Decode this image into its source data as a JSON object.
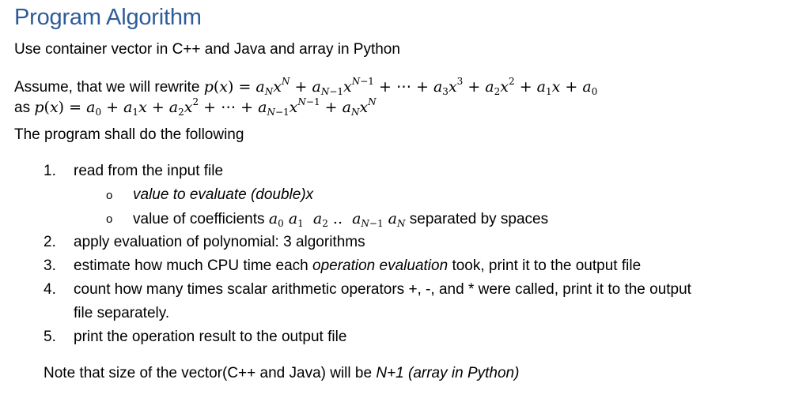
{
  "document": {
    "title": "Program Algorithm",
    "subtitle": "Use container vector in C++ and Java and array in Python",
    "assume_prefix": "Assume, that we will rewrite",
    "formula_original": "p(x) = a_N x^N + a_{N-1} x^{N-1} + ... + a_3 x^3 + a_2 x^2 + a_1 x + a_0",
    "as_prefix": "as",
    "formula_rewritten": "p(x) = a_0 + a_1 x + a_2 x^2 + ... + a_{N-1} x^{N-1} + a_N x^N",
    "intro": "The program shall do the following",
    "steps": [
      {
        "number": "1.",
        "text": "read from the input file",
        "subitems": [
          {
            "bullet": "o",
            "text": "value to evaluate (double)x"
          },
          {
            "bullet": "o",
            "text_prefix": "value of coefficients",
            "text_suffix": "separated by spaces"
          }
        ]
      },
      {
        "number": "2.",
        "text": "apply evaluation of polynomial: 3 algorithms"
      },
      {
        "number": "3.",
        "text_prefix": "estimate how much CPU time each",
        "text_italic": "operation evaluation",
        "text_suffix": "took, print it to the output file"
      },
      {
        "number": "4.",
        "text_line1": "count how many times scalar arithmetic operators +, -, and * were called, print it to the output",
        "text_line2": "file separately."
      },
      {
        "number": "5.",
        "text": "print the operation result to the output file"
      }
    ],
    "note_prefix": "Note that size of the vector(C++ and Java) will be",
    "note_italic": "N+1 (array in Python)"
  }
}
